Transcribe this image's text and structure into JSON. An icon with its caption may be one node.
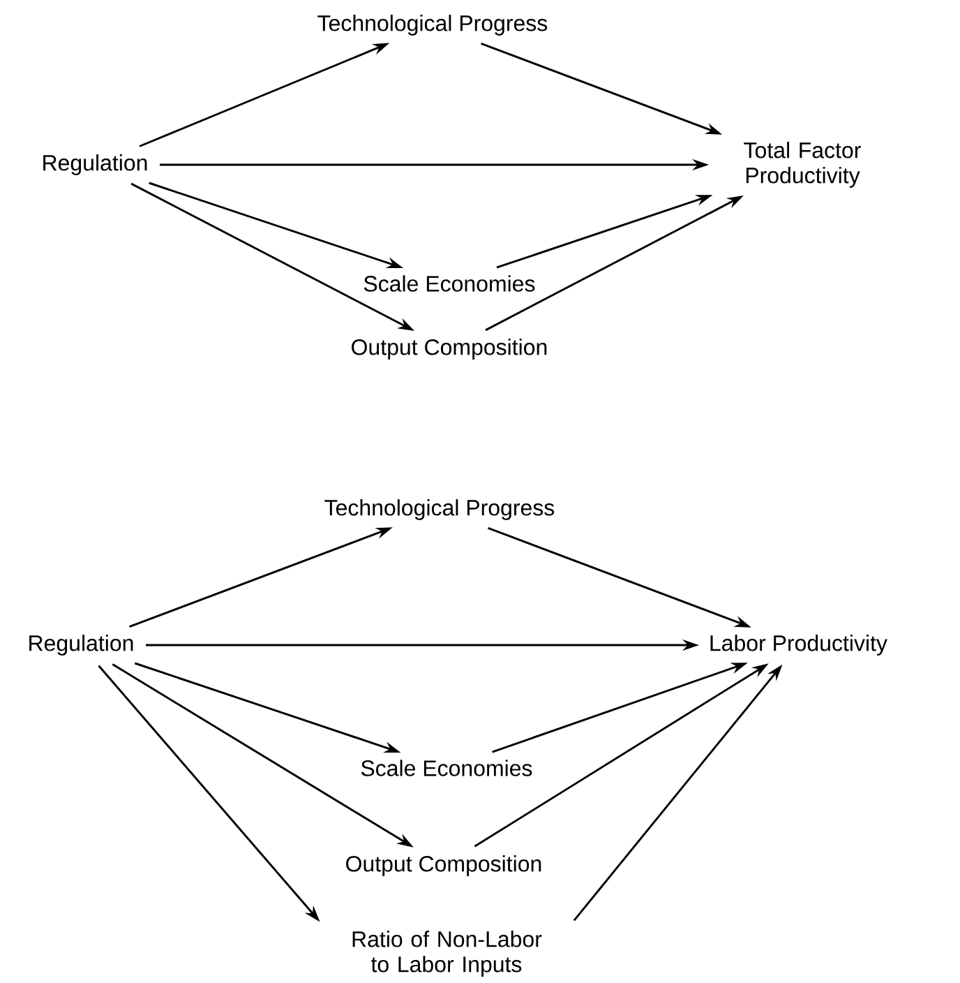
{
  "diagram": {
    "nodes": [
      {
        "text": [
          "Regulation"
        ]
      },
      {
        "text": [
          "Technological Progress"
        ]
      },
      {
        "text": [
          "Total Factor Productivity"
        ]
      },
      {
        "text": [
          "Scale Economies"
        ]
      },
      {
        "text": [
          "Output Composition"
        ]
      },
      {
        "text": [
          "Regulation"
        ]
      },
      {
        "text": [
          "Technological Progress"
        ]
      },
      {
        "text": [
          "Labor Productivity"
        ]
      },
      {
        "text": [
          "Scale Economies"
        ]
      },
      {
        "text": [
          "Output Composition"
        ]
      },
      {
        "text": [
          "Ratio of Non-Labor to Labor Inputs"
        ]
      }
    ],
    "edges": [
      {
        "from": 0,
        "to": 1,
        "arrow": "to"
      },
      {
        "from": 0,
        "to": 2,
        "arrow": "to"
      },
      {
        "from": 0,
        "to": 3,
        "arrow": "to"
      },
      {
        "from": 0,
        "to": 4,
        "arrow": "to"
      },
      {
        "from": 1,
        "to": 2,
        "arrow": "to"
      },
      {
        "from": 3,
        "to": 2,
        "arrow": "to"
      },
      {
        "from": 4,
        "to": 2,
        "arrow": "to"
      },
      {
        "from": 5,
        "to": 6,
        "arrow": "to"
      },
      {
        "from": 5,
        "to": 7,
        "arrow": "to"
      },
      {
        "from": 5,
        "to": 8,
        "arrow": "to"
      },
      {
        "from": 5,
        "to": 9,
        "arrow": "to"
      },
      {
        "from": 5,
        "to": 10,
        "arrow": "to"
      },
      {
        "from": 6,
        "to": 7,
        "arrow": "to"
      },
      {
        "from": 8,
        "to": 7,
        "arrow": "to"
      },
      {
        "from": 9,
        "to": 7,
        "arrow": "to"
      },
      {
        "from": 10,
        "to": 7,
        "arrow": "to"
      }
    ]
  }
}
